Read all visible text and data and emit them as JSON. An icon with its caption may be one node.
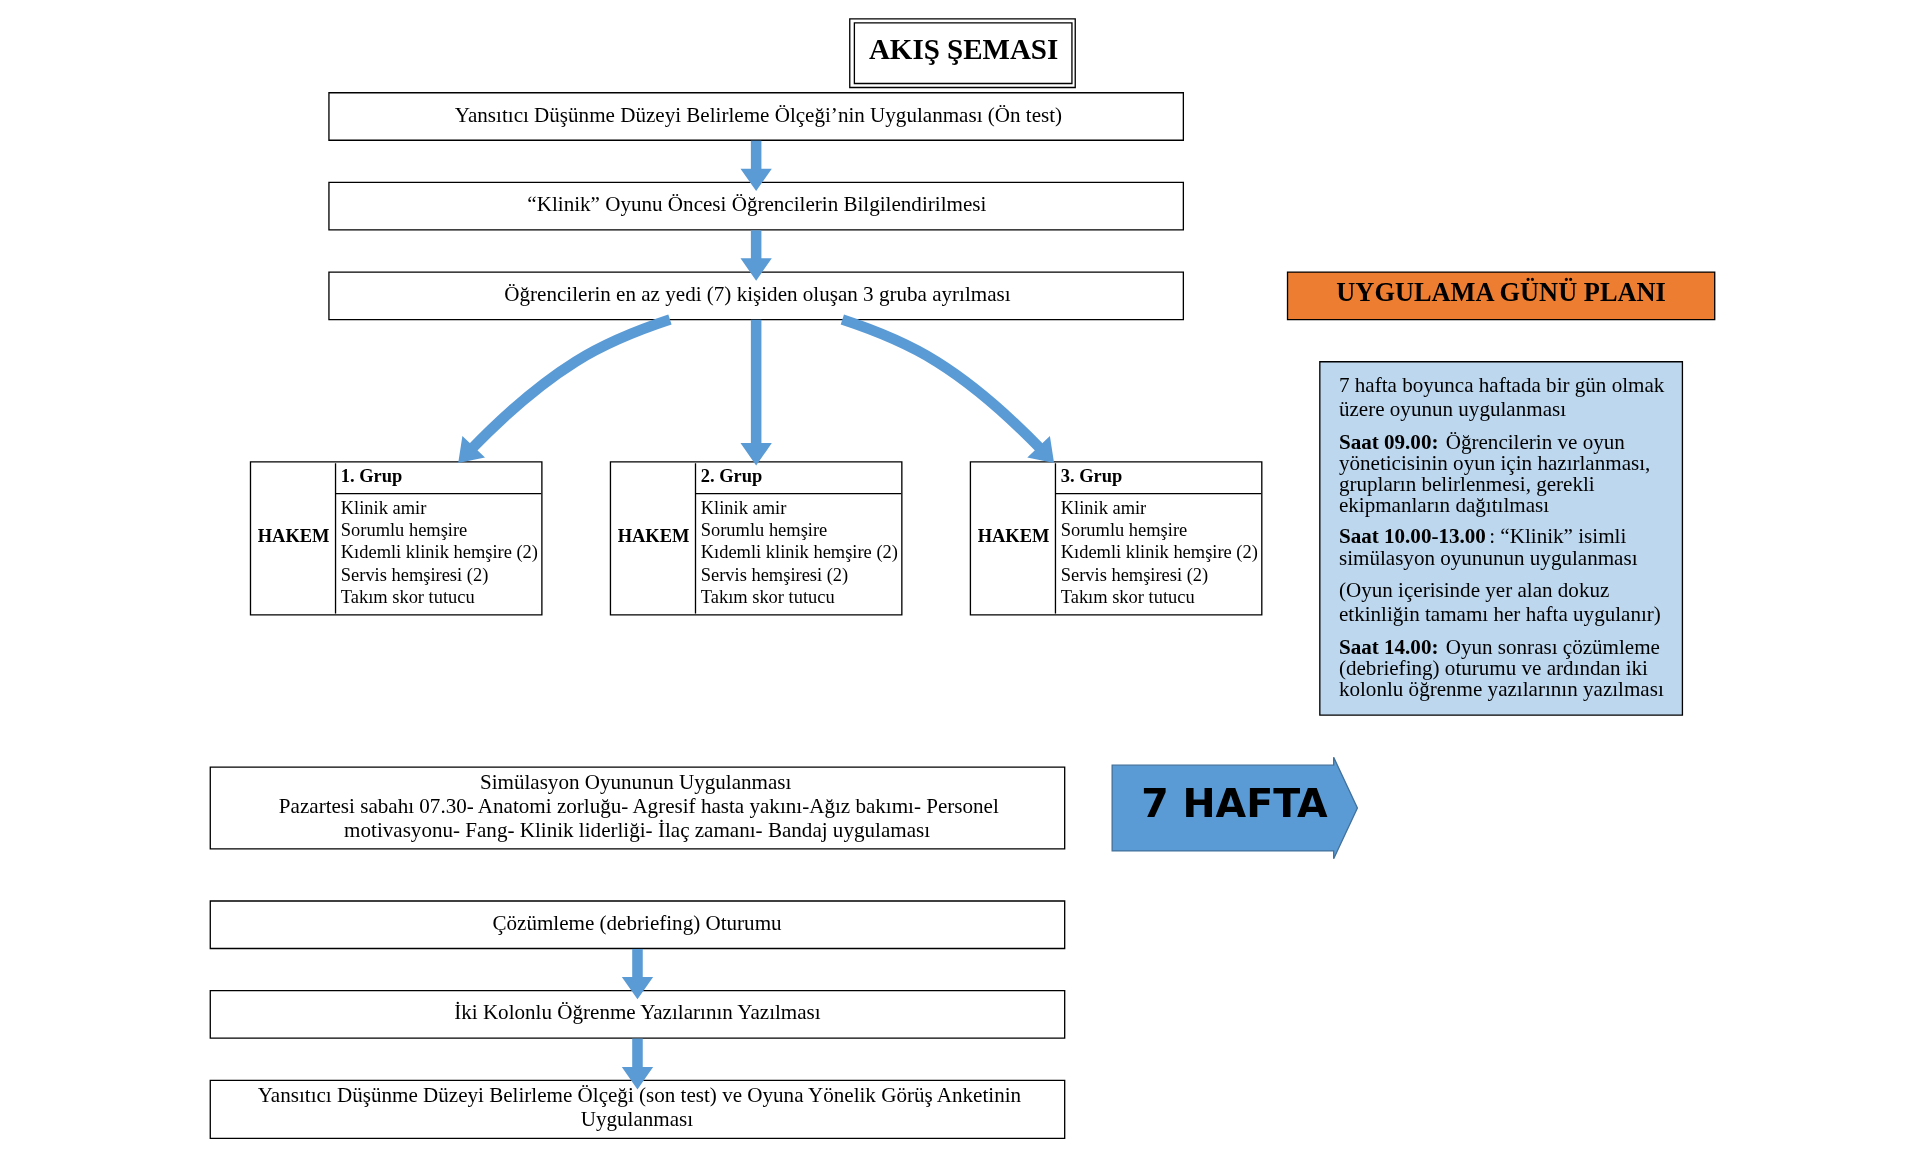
{
  "diagram": {
    "title": "AKIŞ ŞEMASI",
    "nodes": [
      {
        "text": [
          "Yansıtıcı Düşünme Düzeyi Belirleme Ölçeği’nin Uygulanması (Ön test)"
        ]
      },
      {
        "text": [
          "“Klinik” Oyunu Öncesi Öğrencilerin Bilgilendirilmesi"
        ]
      },
      {
        "text": [
          "Öğrencilerin en az yedi (7) kişiden oluşan 3 gruba ayrılması"
        ]
      },
      {
        "text": [
          "HAKEM",
          "1. Grup",
          "Klinik amir",
          "Sorumlu hemşire",
          "Kıdemli klinik hemşire (2)",
          "Servis hemşiresi (2)",
          "Takım skor tutucu"
        ]
      },
      {
        "text": [
          "HAKEM",
          "2. Grup",
          "Klinik amir",
          "Sorumlu hemşire",
          "Kıdemli klinik hemşire (2)",
          "Servis hemşiresi (2)",
          "Takım skor tutucu"
        ]
      },
      {
        "text": [
          "HAKEM",
          "3. Grup",
          "Klinik amir",
          "Sorumlu hemşire",
          "Kıdemli klinik hemşire (2)",
          "Servis hemşiresi (2)",
          "Takım skor tutucu"
        ]
      },
      {
        "text": [
          "Simülasyon Oyununun Uygulanması",
          "Pazartesi sabahı 07.30- Anatomi zorluğu- Agresif hasta yakını-Ağız bakımı- Personel motivasyonu- Fang- Klinik liderliği- İlaç zamanı- Bandaj uygulaması"
        ]
      },
      {
        "text": [
          "Çözümleme (debriefing) Oturumu"
        ]
      },
      {
        "text": [
          "İki Kolonlu Öğrenme Yazılarının Yazılması"
        ]
      },
      {
        "text": [
          "Yansıtıcı Düşünme Düzeyi Belirleme Ölçeği (son test) ve Oyuna Yönelik Görüş Anketinin Uygulanması"
        ]
      },
      {
        "text": [
          "7 HAFTA"
        ]
      },
      {
        "text": [
          "UYGULAMA GÜNÜ PLANI"
        ]
      },
      {
        "text": [
          "7 hafta boyunca haftada bir gün olmak üzere oyunun uygulanması",
          "**Saat 09.00:** Öğrencilerin ve oyun yöneticisinin oyun için hazırlanması, grupların belirlenmesi, gerekli ekipmanların dağıtılması",
          "**Saat 10.00-13.00**: “Klinik” isimli simülasyon oyununun uygulanması",
          "(Oyun içerisinde yer alan dokuz etkinliğin tamamı her hafta uygulanır)",
          "**Saat 14.00:** Oyun sonrası çözümleme (debriefing) oturumu ve ardından iki kolonlu öğrenme yazılarının yazılması"
        ]
      }
    ],
    "edges": [
      {
        "from": 0,
        "to": 1,
        "arrow": "to"
      },
      {
        "from": 1,
        "to": 2,
        "arrow": "to"
      },
      {
        "from": 2,
        "to": 3,
        "arrow": "to"
      },
      {
        "from": 2,
        "to": 4,
        "arrow": "to"
      },
      {
        "from": 2,
        "to": 5,
        "arrow": "to"
      },
      {
        "from": 7,
        "to": 8,
        "arrow": "to"
      },
      {
        "from": 8,
        "to": 9,
        "arrow": "to"
      }
    ]
  }
}
